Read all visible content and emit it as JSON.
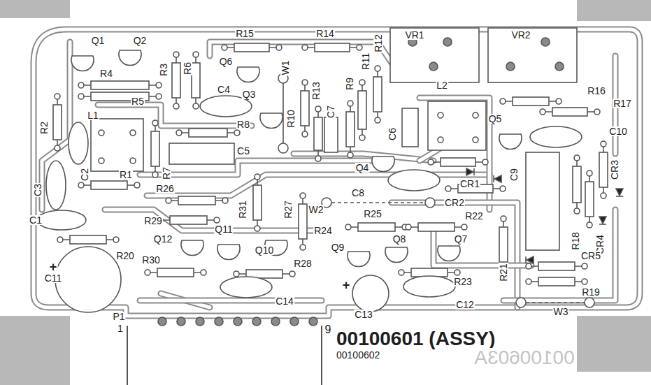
{
  "diagram": {
    "labels": [
      "Q1",
      "Q2",
      "R15",
      "R14",
      "R12",
      "VR1",
      "VR2",
      "R4",
      "R3",
      "R6",
      "Q6",
      "W1",
      "R11",
      "R9",
      "R13",
      "R5",
      "C4",
      "Q3",
      "R10",
      "C7",
      "L2",
      "R16",
      "R17",
      "L1",
      "R2",
      "R8",
      "C6",
      "Q5",
      "C10",
      "C2",
      "R7",
      "C5",
      "Q4",
      "CR1",
      "C9",
      "C3",
      "R1",
      "R26",
      "C8",
      "W2",
      "CR2",
      "CR3",
      "R31",
      "R27",
      "R25",
      "R22",
      "C1",
      "R29",
      "Q11",
      "R24",
      "R18",
      "CR4",
      "R21",
      "Q12",
      "Q10",
      "Q9",
      "Q8",
      "Q7",
      "R20",
      "+",
      "C11",
      "R30",
      "CR5",
      "R28",
      "R23",
      "C14",
      "+",
      "R19",
      "C13",
      "C12",
      "W3",
      "P1",
      "1",
      "9",
      "00100601 (ASSY)",
      "00100602",
      "00100603A"
    ]
  }
}
